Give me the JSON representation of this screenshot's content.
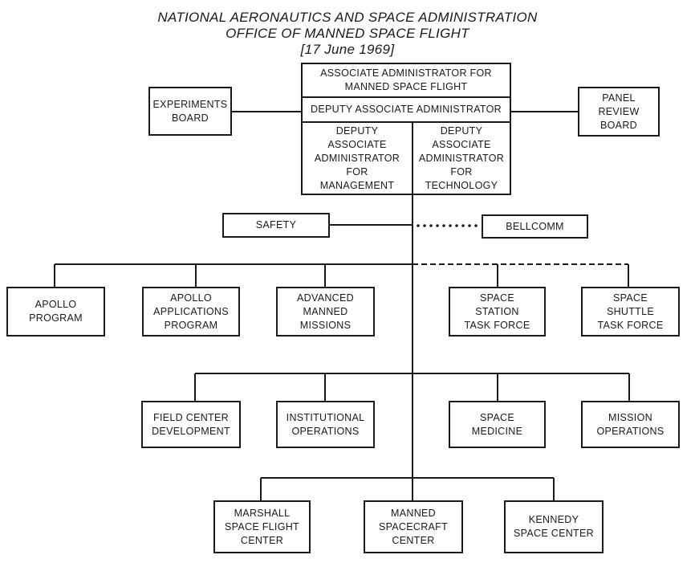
{
  "header": {
    "line1": "NATIONAL AERONAUTICS AND SPACE ADMINISTRATION",
    "line2": "OFFICE OF MANNED SPACE FLIGHT",
    "line3": "[17 June 1969]"
  },
  "top": {
    "associate_admin": "ASSOCIATE ADMINISTRATOR FOR\nMANNED SPACE FLIGHT",
    "deputy_associate_admin": "DEPUTY ASSOCIATE ADMINISTRATOR",
    "deputy_management": "DEPUTY\nASSOCIATE\nADMINISTRATOR\nFOR\nMANAGEMENT",
    "deputy_technology": "DEPUTY\nASSOCIATE\nADMINISTRATOR\nFOR\nTECHNOLOGY"
  },
  "side_boards": {
    "experiments_board": "EXPERIMENTS\nBOARD",
    "panel_review_board": "PANEL\nREVIEW\nBOARD"
  },
  "staff": {
    "safety": "SAFETY",
    "bellcomm": "BELLCOMM"
  },
  "programs": [
    {
      "label": "APOLLO\nPROGRAM"
    },
    {
      "label": "APOLLO\nAPPLICATIONS\nPROGRAM"
    },
    {
      "label": "ADVANCED\nMANNED\nMISSIONS"
    },
    {
      "label": "SPACE\nSTATION\nTASK FORCE"
    },
    {
      "label": "SPACE\nSHUTTLE\nTASK FORCE"
    }
  ],
  "offices": [
    {
      "label": "FIELD CENTER\nDEVELOPMENT"
    },
    {
      "label": "INSTITUTIONAL\nOPERATIONS"
    },
    {
      "label": "SPACE\nMEDICINE"
    },
    {
      "label": "MISSION\nOPERATIONS"
    }
  ],
  "centers": [
    {
      "label": "MARSHALL\nSPACE FLIGHT\nCENTER"
    },
    {
      "label": "MANNED\nSPACECRAFT\nCENTER"
    },
    {
      "label": "KENNEDY\nSPACE CENTER"
    }
  ],
  "line_styles": {
    "solid": "direct line",
    "dotted": "Bellcomm relationship",
    "dashed": "task force relationship"
  }
}
